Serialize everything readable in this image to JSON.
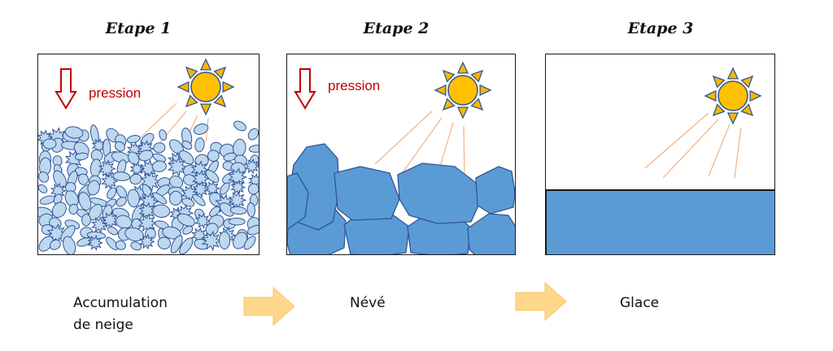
{
  "stages": [
    {
      "title": "Etape 1",
      "pressure_label": "pression",
      "caption_line1": "Accumulation",
      "caption_line2": "de neige"
    },
    {
      "title": "Etape 2",
      "pressure_label": "pression",
      "caption_line1": "Névé"
    },
    {
      "title": "Etape 3",
      "caption_line1": "Glace"
    }
  ],
  "colors": {
    "pressure_arrow": "#c00000",
    "sun_core": "#ffc000",
    "sun_rays": "#f5b800",
    "sun_outline": "#2f5597",
    "sunbeam": "#f4b183",
    "snow_fill": "#bdd7ee",
    "snow_stroke": "#2f5597",
    "firn_fill": "#5b9bd5",
    "ice_fill": "#5b9bd5",
    "step_arrow": "#ffd78a"
  },
  "icons": [
    "down-arrow-icon",
    "sun-icon",
    "right-arrow-icon"
  ]
}
